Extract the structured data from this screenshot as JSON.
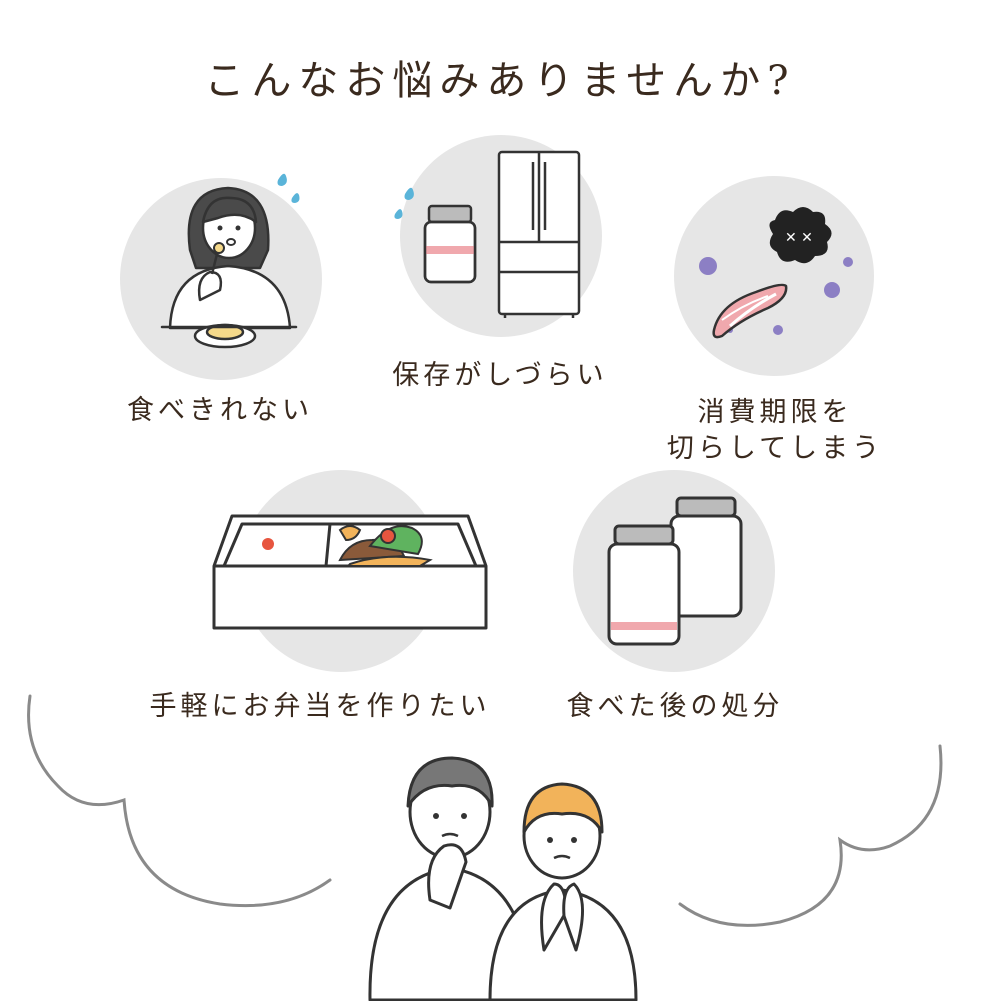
{
  "heading": "こんなお悩みありませんか?",
  "problems": [
    {
      "label": "食べきれない",
      "icon": "person-eating-icon"
    },
    {
      "label": "保存がしづらい",
      "icon": "fridge-bottle-icon"
    },
    {
      "label_line1": "消費期限を",
      "label_line2": "切らしてしまう",
      "icon": "spoiled-salmon-icon"
    },
    {
      "label": "手軽にお弁当を作りたい",
      "icon": "bento-box-icon"
    },
    {
      "label": "食べた後の処分",
      "icon": "empty-bottles-icon"
    }
  ],
  "colors": {
    "text": "#3a2a1e",
    "circle": "#e6e6e6",
    "line": "#333333",
    "drop": "#5ab4d9",
    "pink": "#f0a8ad",
    "mold": "#8c7fc4",
    "hair_dark": "#777777",
    "hair_orange": "#f2b35a",
    "cloud": "#8a8a8a"
  }
}
